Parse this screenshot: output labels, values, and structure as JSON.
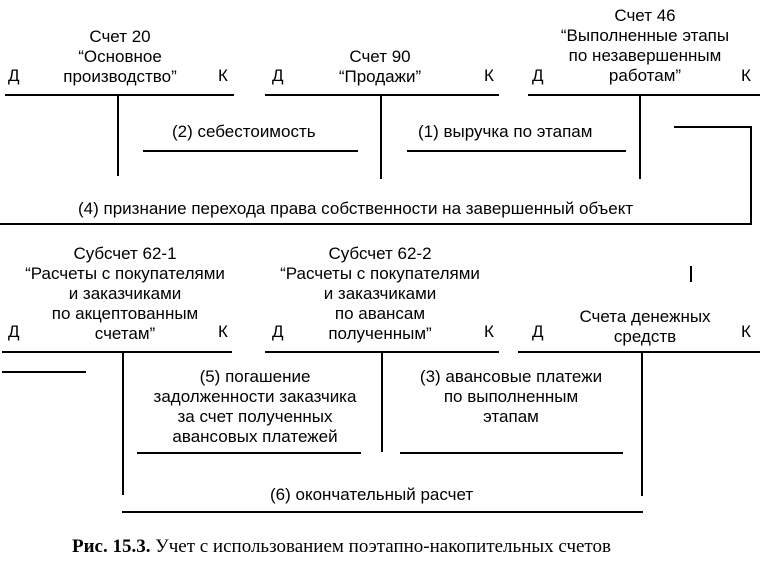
{
  "accounts": {
    "acc20": {
      "lines": [
        "Счет 20",
        "“Основное",
        "производство”"
      ],
      "debit": "Д",
      "credit": "К"
    },
    "acc90": {
      "lines": [
        "Счет 90",
        "“Продажи”"
      ],
      "debit": "Д",
      "credit": "К"
    },
    "acc46": {
      "lines": [
        "Счет 46",
        "“Выполненные этапы",
        "по незавершенным",
        "работам”"
      ],
      "debit": "Д",
      "credit": "К"
    },
    "acc62_1": {
      "lines": [
        "Субсчет 62-1",
        "“Расчеты с покупателями",
        "и заказчиками",
        "по акцептованным",
        "счетам”"
      ],
      "debit": "Д",
      "credit": "К"
    },
    "acc62_2": {
      "lines": [
        "Субсчет 62-2",
        "“Расчеты с покупателями",
        "и заказчиками",
        "по авансам",
        "полученным”"
      ],
      "debit": "Д",
      "credit": "К"
    },
    "cash": {
      "lines": [
        "Счета денежных",
        "средств"
      ],
      "debit": "Д",
      "credit": "К"
    }
  },
  "entries": {
    "e1": "(1) выручка по этапам",
    "e2": "(2) себестоимость",
    "e3": [
      "(3) авансовые платежи",
      "по выполненным",
      "этапам"
    ],
    "e4": "(4) признание перехода права собственности на завершенный объект",
    "e5": [
      "(5) погашение",
      "задолженности заказчика",
      "за счет полученных",
      "авансовых платежей"
    ],
    "e6": "(6) окончательный расчет"
  },
  "caption": {
    "label": "Рис. 15.3.",
    "text": "Учет с использованием поэтапно-накопительных счетов"
  }
}
